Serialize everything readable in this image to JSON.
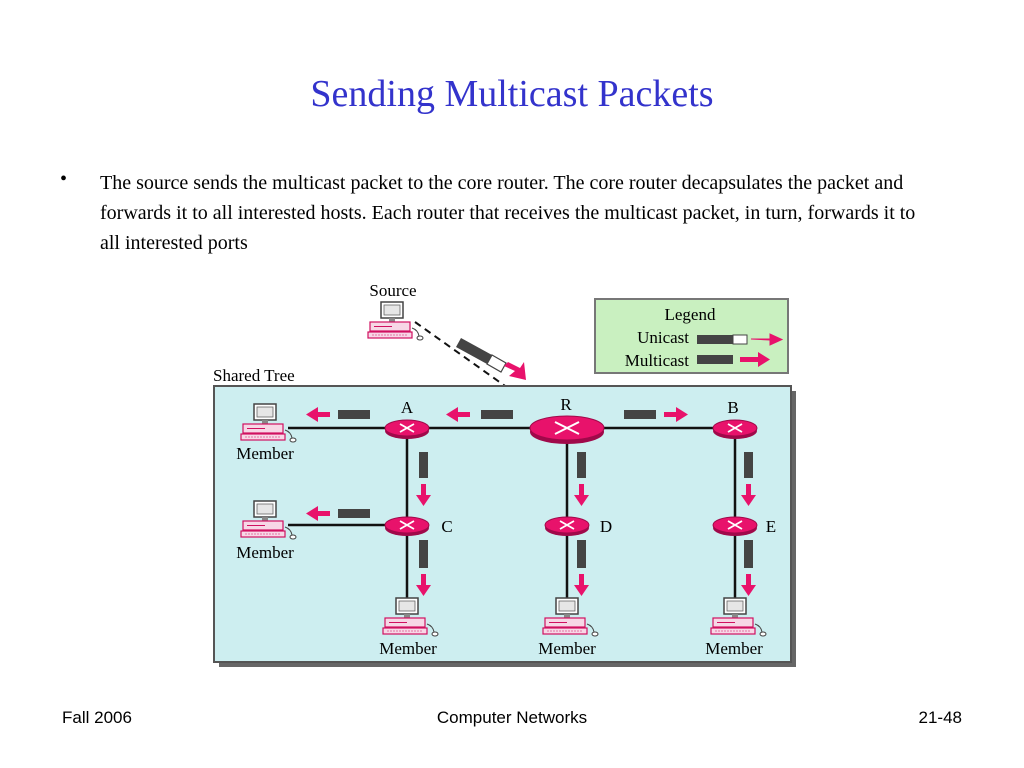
{
  "slide": {
    "title": "Sending Multicast Packets",
    "bullet": "The source sends the multicast packet to the core router. The core router decapsulates the packet and forwards it to all interested hosts. Each router that receives the multicast packet, in turn, forwards it to all interested ports"
  },
  "diagram": {
    "source_label": "Source",
    "shared_tree_label": "Shared Tree",
    "legend": {
      "title": "Legend",
      "unicast": "Unicast",
      "multicast": "Multicast"
    },
    "routers": {
      "r": "R",
      "a": "A",
      "b": "B",
      "c": "C",
      "d": "D",
      "e": "E"
    },
    "member_label": "Member",
    "colors": {
      "router": "#e8126b",
      "arrow": "#e8126b",
      "packet": "#444444",
      "tree_bg": "#cdeef0",
      "legend_bg": "#c9f0c0",
      "title": "#3333cc"
    }
  },
  "footer": {
    "left": "Fall 2006",
    "center": "Computer Networks",
    "right": "21-48"
  }
}
